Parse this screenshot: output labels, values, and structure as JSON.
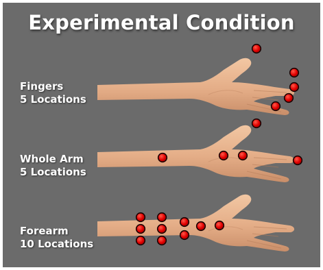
{
  "title": "Experimental Condition",
  "colors": {
    "background": "#6b6b6b",
    "skin": "#e6b48f",
    "marker": "#e10000",
    "marker_outline": "#1a0000",
    "text": "#ffffff"
  },
  "conditions": [
    {
      "id": "fingers",
      "name": "Fingers",
      "count_label": "5 Locations",
      "markers": 5
    },
    {
      "id": "whole-arm",
      "name": "Whole Arm",
      "count_label": "5 Locations",
      "markers": 5
    },
    {
      "id": "forearm",
      "name": "Forearm",
      "count_label": "10 Locations",
      "markers": 10
    }
  ]
}
